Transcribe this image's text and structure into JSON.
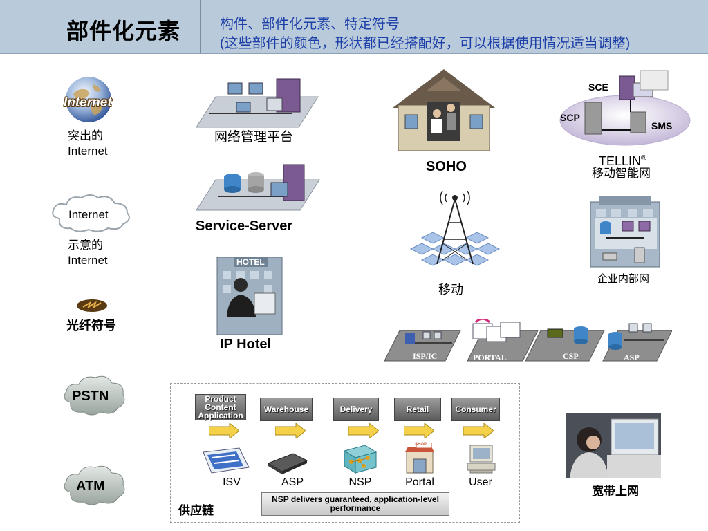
{
  "header": {
    "title": "部件化元素",
    "subtitle_line1": "构件、部件化元素、特定符号",
    "subtitle_line2": "(这些部件的颜色，形状都已经搭配好，可以根据使用情况适当调整)"
  },
  "left_column": {
    "globe_badge": "Internet",
    "globe_label_1": "突出的",
    "globe_label_2": "Internet",
    "cloud_text": "Internet",
    "cloud_label_1": "示意的",
    "cloud_label_2": "Internet",
    "fiber_label": "光纤符号",
    "pstn": "PSTN",
    "atm": "ATM"
  },
  "middle_column": {
    "network_mgmt": "网络管理平台",
    "service_server": "Service-Server",
    "hotel_sign": "HOTEL",
    "ip_hotel": "IP Hotel"
  },
  "center_column": {
    "soho": "SOHO",
    "mobile": "移动"
  },
  "right_column": {
    "sce": "SCE",
    "scp": "SCP",
    "sms": "SMS",
    "tellin": "TELLIN",
    "tellin_reg": "®",
    "tellin_sub": "移动智能网",
    "enterprise": "企业内部网",
    "broadband": "宽带上网"
  },
  "platforms": {
    "isp": "ISP/IC",
    "portal": "PORTAL",
    "csp": "CSP",
    "asp": "ASP"
  },
  "supply_chain": {
    "title": "供应链",
    "stages": [
      "Product Content Application",
      "Warehouse",
      "Delivery",
      "Retail",
      "Consumer"
    ],
    "labels": [
      "ISV",
      "ASP",
      "NSP",
      "Portal",
      "User"
    ],
    "note": "NSP delivers guaranteed, application-level performance",
    "portal_sign": "SHOP"
  },
  "colors": {
    "header_bg": "#b9cadb",
    "subtitle_blue": "#1c3fa8",
    "platform_gray": "#8e8e8e",
    "arrow_yellow": "#f5d14a"
  }
}
